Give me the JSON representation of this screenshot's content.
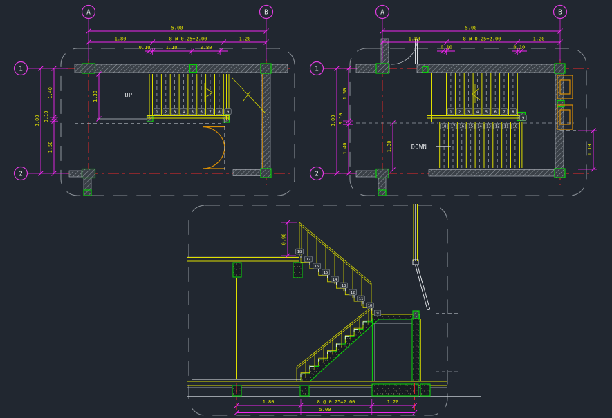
{
  "palette": {
    "background": "#212730",
    "dimension_line": "#F026F0",
    "dimension_text": "#E8E800",
    "grid_centerline": "#EE2A2A",
    "stair_line": "#E0E000",
    "column": "#0ACC0A",
    "wall_outline": "#B9BFC6",
    "boundary": "#878D94",
    "door_window": "#D98E04",
    "label_text": "#E4E6E8"
  },
  "plan_left": {
    "grid": {
      "columns": [
        "A",
        "B"
      ],
      "rows": [
        "1",
        "2"
      ]
    },
    "dims": {
      "overall_width": "5.00",
      "width_segments": [
        "1.80",
        "8 @ 0.25=2.00",
        "1.20"
      ],
      "detail_segments": [
        "0.10",
        "1.10",
        "0.80"
      ],
      "overall_height": "3.00",
      "height_segments": [
        "1.40",
        "0.10",
        "1.50"
      ],
      "flight_width": "1.30"
    },
    "direction_label": "UP",
    "tread_numbers": [
      "1",
      "2",
      "3",
      "4",
      "5",
      "6",
      "7",
      "8",
      "9"
    ]
  },
  "plan_right": {
    "grid": {
      "columns": [
        "A",
        "B"
      ],
      "rows": [
        "1",
        "2"
      ]
    },
    "dims": {
      "overall_width": "5.00",
      "width_segments": [
        "1.80",
        "8 @ 0.25=2.00",
        "1.20"
      ],
      "detail_segments": [
        "0.10",
        "0.10"
      ],
      "overall_height": "3.00",
      "height_segments": [
        "1.50",
        "0.10",
        "1.40"
      ],
      "flight_width": "1.30",
      "landing_width": "1.10"
    },
    "direction_label": "DOWN",
    "tread_numbers_upper": [
      "1",
      "2",
      "3",
      "4",
      "5",
      "6",
      "7",
      "8",
      "9"
    ],
    "tread_numbers_lower": [
      "18",
      "17",
      "16",
      "15",
      "14",
      "13",
      "12",
      "11",
      "10"
    ]
  },
  "section": {
    "dims": {
      "railing_height": "0.90",
      "width_segments": [
        "1.80",
        "8 @ 0.25=2.00",
        "1.20"
      ],
      "overall_width": "5.00"
    },
    "riser_numbers_upper": [
      "18",
      "17",
      "16",
      "15",
      "14",
      "13",
      "12",
      "11",
      "10"
    ],
    "landing_number": "9"
  }
}
